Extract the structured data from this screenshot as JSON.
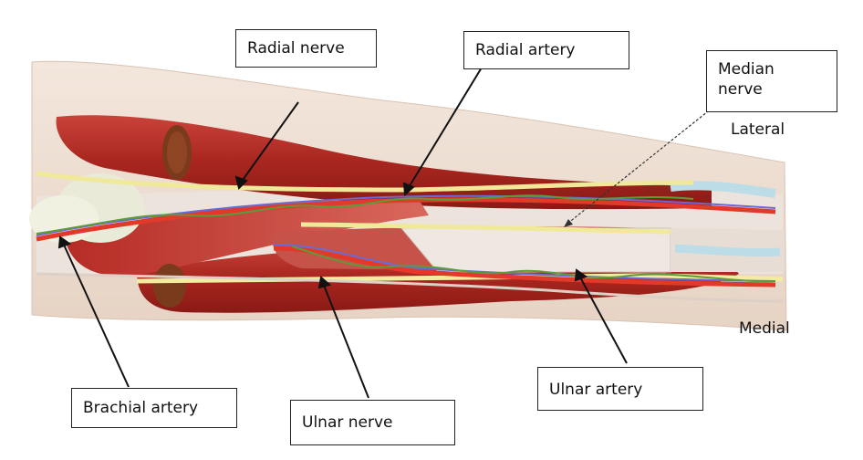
{
  "labels": {
    "radial_nerve": "Radial nerve",
    "radial_artery": "Radial artery",
    "median_nerve_line1": "Median",
    "median_nerve_line2": "nerve",
    "lateral": "Lateral",
    "medial": "Medial",
    "brachial_artery": "Brachial artery",
    "ulnar_nerve": "Ulnar nerve",
    "ulnar_artery": "Ulnar artery"
  },
  "colors": {
    "skin": "#efe0d4",
    "muscle": "#b8322c",
    "muscle_dark": "#8e1d18",
    "tendon": "#ede6df",
    "nerve": "#f3eca0",
    "artery": "#e23a2a",
    "vein": "#6a6ad6",
    "vessel_green": "#5c9b3a",
    "bone_cut": "#7a3a1c"
  }
}
